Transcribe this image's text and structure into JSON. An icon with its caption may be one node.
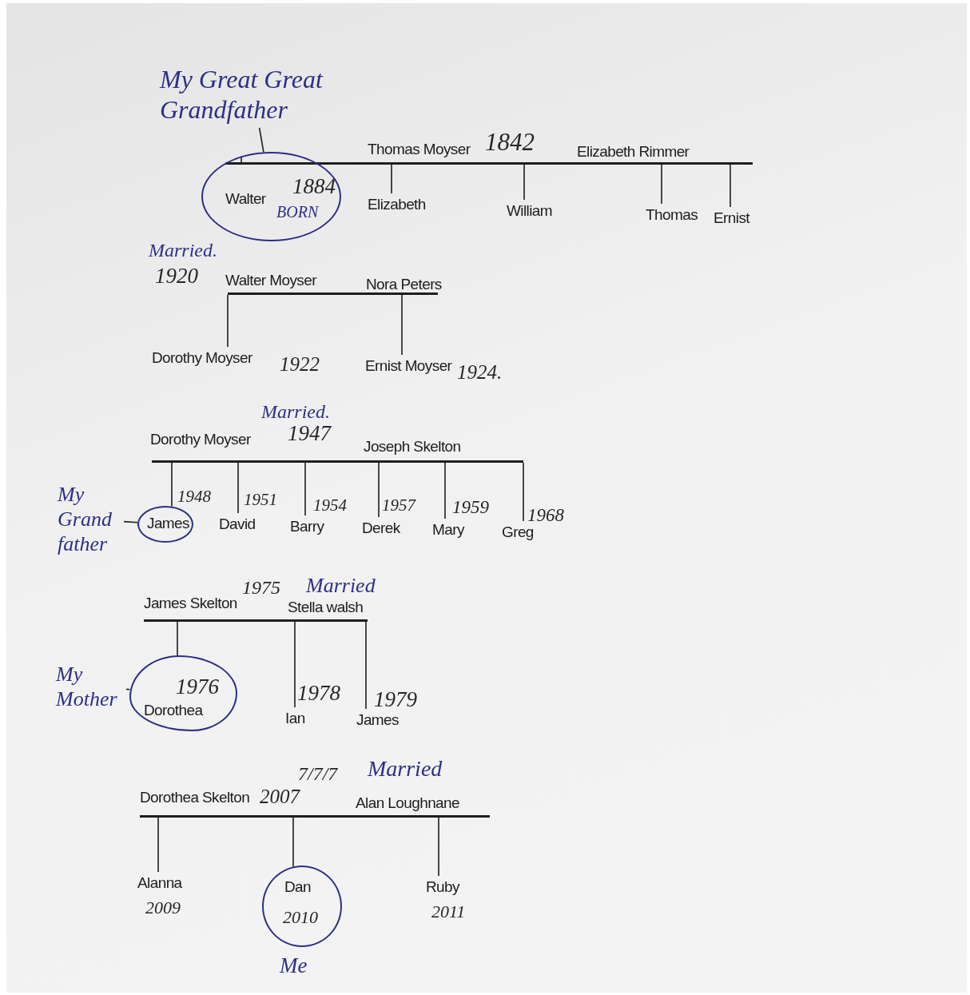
{
  "diagram": {
    "nodes": [
      {
        "text": [],
        "shape": "bar",
        "beside": [
          "Thomas Moyser",
          "1842",
          "Elizabeth Rimmer"
        ]
      },
      {
        "text": [
          "My Great Great Grandfather"
        ]
      },
      {
        "text": [
          "Walter",
          "1884",
          "BORN"
        ]
      },
      {
        "text": [
          "Elizabeth"
        ]
      },
      {
        "text": [
          "William"
        ]
      },
      {
        "text": [
          "Thomas"
        ]
      },
      {
        "text": [
          "Ernist"
        ]
      },
      {
        "text": [],
        "shape": "bar",
        "beside": [
          "Walter Moyser",
          "Nora Peters"
        ]
      },
      {
        "text": [
          "Dorothy Moyser"
        ],
        "beside": [
          "1922"
        ]
      },
      {
        "text": [
          "Ernist Moyser"
        ],
        "beside": [
          "1924."
        ]
      },
      {
        "text": [],
        "shape": "bar",
        "beside": [
          "Dorothy Moyser",
          "Married.",
          "1947",
          "Joseph Skelton"
        ]
      },
      {
        "text": [
          "My Grand father"
        ]
      },
      {
        "text": [
          "James"
        ],
        "beside": [
          "1948"
        ]
      },
      {
        "text": [
          "David"
        ],
        "beside": [
          "1951"
        ]
      },
      {
        "text": [
          "Barry"
        ],
        "beside": [
          "1954"
        ]
      },
      {
        "text": [
          "Derek"
        ],
        "beside": [
          "1957"
        ]
      },
      {
        "text": [
          "Mary"
        ],
        "beside": [
          "1959"
        ]
      },
      {
        "text": [
          "Greg"
        ],
        "beside": [
          "1968"
        ]
      },
      {
        "text": [],
        "shape": "bar",
        "beside": [
          "1975",
          "Married",
          "James Skelton",
          "Stella walsh"
        ]
      },
      {
        "text": [
          "My Mother"
        ]
      },
      {
        "text": [
          "1976",
          "Dorothea"
        ]
      },
      {
        "text": [
          "Ian"
        ],
        "beside": [
          "1978"
        ]
      },
      {
        "text": [
          "James"
        ],
        "beside": [
          "1979"
        ]
      },
      {
        "text": [],
        "shape": "bar",
        "beside": [
          "7/7/7",
          "Married",
          "Dorothea Skelton",
          "2007",
          "Alan Loughnane"
        ]
      },
      {
        "text": [
          "Alanna"
        ],
        "beside": [
          "2009"
        ]
      },
      {
        "text": [
          "Dan",
          "2010"
        ],
        "beside": [
          "Me"
        ]
      },
      {
        "text": [
          "Ruby"
        ],
        "beside": [
          "2011"
        ]
      }
    ],
    "edges": [
      {
        "from": 1,
        "to": 2,
        "arrow": "none"
      },
      {
        "from": 0,
        "to": 2,
        "arrow": "none"
      },
      {
        "from": 0,
        "to": 3,
        "arrow": "none"
      },
      {
        "from": 0,
        "to": 4,
        "arrow": "none"
      },
      {
        "from": 0,
        "to": 5,
        "arrow": "none"
      },
      {
        "from": 0,
        "to": 6,
        "arrow": "none"
      },
      {
        "from": 7,
        "to": 8,
        "arrow": "none"
      },
      {
        "from": 7,
        "to": 9,
        "arrow": "none"
      },
      {
        "from": 11,
        "to": 12,
        "arrow": "none"
      },
      {
        "from": 10,
        "to": 12,
        "arrow": "none"
      },
      {
        "from": 10,
        "to": 13,
        "arrow": "none"
      },
      {
        "from": 10,
        "to": 14,
        "arrow": "none"
      },
      {
        "from": 10,
        "to": 15,
        "arrow": "none"
      },
      {
        "from": 10,
        "to": 16,
        "arrow": "none"
      },
      {
        "from": 10,
        "to": 17,
        "arrow": "none"
      },
      {
        "from": 19,
        "to": 20,
        "arrow": "none"
      },
      {
        "from": 18,
        "to": 20,
        "arrow": "none"
      },
      {
        "from": 18,
        "to": 21,
        "arrow": "none"
      },
      {
        "from": 18,
        "to": 22,
        "arrow": "none"
      },
      {
        "from": 23,
        "to": 24,
        "arrow": "none"
      },
      {
        "from": 23,
        "to": 25,
        "arrow": "none"
      },
      {
        "from": 23,
        "to": 26,
        "arrow": "none"
      }
    ],
    "labels": [
      "Married.",
      "1920"
    ]
  }
}
